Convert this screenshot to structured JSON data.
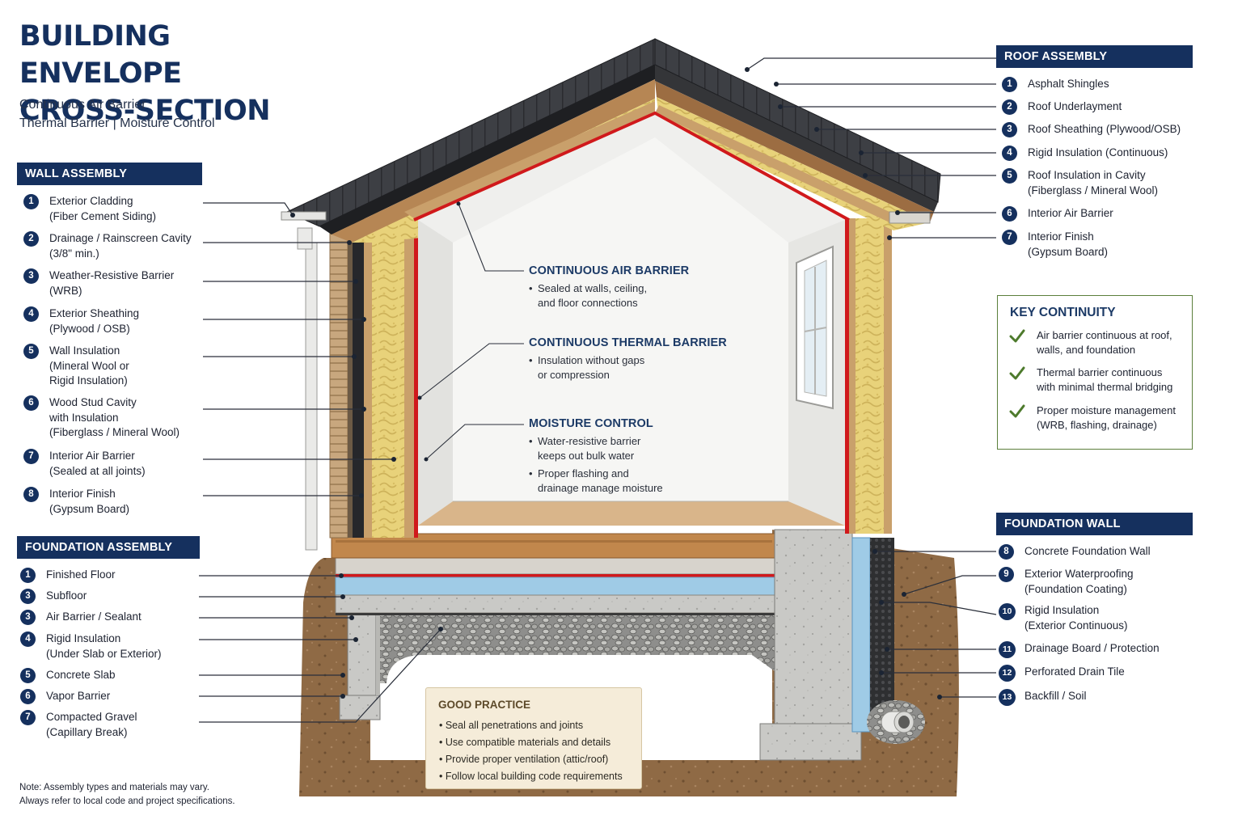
{
  "title": {
    "line1": "BUILDING ENVELOPE",
    "line2": "CROSS-SECTION"
  },
  "subtitle": {
    "line1": "Continuous Air Barrier",
    "line2": "Thermal Barrier | Moisture Control"
  },
  "wall_assembly": {
    "header": "WALL ASSEMBLY",
    "items": [
      {
        "num": "1",
        "lines": [
          "Exterior Cladding",
          "(Fiber Cement Siding)"
        ]
      },
      {
        "num": "2",
        "lines": [
          "Drainage / Rainscreen Cavity",
          "(3/8\" min.)"
        ]
      },
      {
        "num": "3",
        "lines": [
          "Weather-Resistive Barrier",
          "(WRB)"
        ]
      },
      {
        "num": "4",
        "lines": [
          "Exterior Sheathing",
          "(Plywood / OSB)"
        ]
      },
      {
        "num": "5",
        "lines": [
          "Wall Insulation",
          "(Mineral Wool or",
          "Rigid Insulation)"
        ]
      },
      {
        "num": "6",
        "lines": [
          "Wood Stud Cavity",
          "with Insulation",
          "(Fiberglass / Mineral Wool)"
        ]
      },
      {
        "num": "7",
        "lines": [
          "Interior Air Barrier",
          "(Sealed at all joints)"
        ]
      },
      {
        "num": "8",
        "lines": [
          "Interior Finish",
          "(Gypsum Board)"
        ]
      }
    ]
  },
  "foundation_assembly": {
    "header": "FOUNDATION ASSEMBLY",
    "items": [
      {
        "num": "1",
        "lines": [
          "Finished Floor"
        ]
      },
      {
        "num": "3",
        "lines": [
          "Subfloor"
        ]
      },
      {
        "num": "3",
        "lines": [
          "Air Barrier / Sealant"
        ]
      },
      {
        "num": "4",
        "lines": [
          "Rigid Insulation",
          "(Under Slab or Exterior)"
        ]
      },
      {
        "num": "5",
        "lines": [
          "Concrete Slab"
        ]
      },
      {
        "num": "6",
        "lines": [
          "Vapor Barrier"
        ]
      },
      {
        "num": "7",
        "lines": [
          "Compacted Gravel",
          "(Capillary Break)"
        ]
      }
    ]
  },
  "roof_assembly": {
    "header": "ROOF ASSEMBLY",
    "items": [
      {
        "num": "1",
        "lines": [
          "Asphalt Shingles"
        ]
      },
      {
        "num": "2",
        "lines": [
          "Roof Underlayment"
        ]
      },
      {
        "num": "3",
        "lines": [
          "Roof Sheathing (Plywood/OSB)"
        ]
      },
      {
        "num": "4",
        "lines": [
          "Rigid Insulation (Continuous)"
        ]
      },
      {
        "num": "5",
        "lines": [
          "Roof Insulation in Cavity",
          "(Fiberglass / Mineral Wool)"
        ]
      },
      {
        "num": "6",
        "lines": [
          "Interior Air Barrier"
        ]
      },
      {
        "num": "7",
        "lines": [
          "Interior Finish",
          "(Gypsum Board)"
        ]
      }
    ]
  },
  "key_continuity": {
    "title": "KEY CONTINUITY",
    "items": [
      {
        "lines": [
          "Air barrier continuous at roof,",
          "walls, and foundation"
        ]
      },
      {
        "lines": [
          "Thermal barrier continuous",
          "with minimal thermal bridging"
        ]
      },
      {
        "lines": [
          "Proper moisture management",
          "(WRB, flashing, drainage)"
        ]
      }
    ]
  },
  "foundation_wall": {
    "header": "FOUNDATION WALL",
    "items": [
      {
        "num": "8",
        "lines": [
          "Concrete Foundation Wall"
        ]
      },
      {
        "num": "9",
        "lines": [
          "Exterior Waterproofing",
          "(Foundation Coating)"
        ]
      },
      {
        "num": "10",
        "lines": [
          "Rigid Insulation",
          "(Exterior Continuous)"
        ]
      },
      {
        "num": "11",
        "lines": [
          "Drainage Board / Protection"
        ]
      },
      {
        "num": "12",
        "lines": [
          "Perforated Drain Tile"
        ]
      },
      {
        "num": "13",
        "lines": [
          "Backfill / Soil"
        ]
      }
    ]
  },
  "callouts": {
    "air": {
      "title": "CONTINUOUS AIR BARRIER",
      "bullets": [
        [
          "Sealed at walls, ceiling,",
          "and floor connections"
        ]
      ]
    },
    "thermal": {
      "title": "CONTINUOUS THERMAL BARRIER",
      "bullets": [
        [
          "Insulation without gaps",
          "or compression"
        ]
      ]
    },
    "moisture": {
      "title": "MOISTURE CONTROL",
      "bullets": [
        [
          "Water-resistive barrier",
          "keeps out bulk water"
        ],
        [
          "Proper flashing and",
          "drainage manage moisture"
        ]
      ]
    }
  },
  "good_practice": {
    "title": "GOOD PRACTICE",
    "items": [
      "Seal all penetrations and joints",
      "Use compatible materials and details",
      "Provide proper ventilation (attic/roof)",
      "Follow local building code requirements"
    ]
  },
  "note": {
    "line1": "Note: Assembly types and materials may vary.",
    "line2": "Always refer to local code and project specifications."
  },
  "colors": {
    "navy": "#15305e",
    "air_barrier": "#d0191c",
    "insulation": "#e6cf74",
    "rigid_insulation": "#9fcbe6",
    "check_green": "#4d7a2c"
  }
}
